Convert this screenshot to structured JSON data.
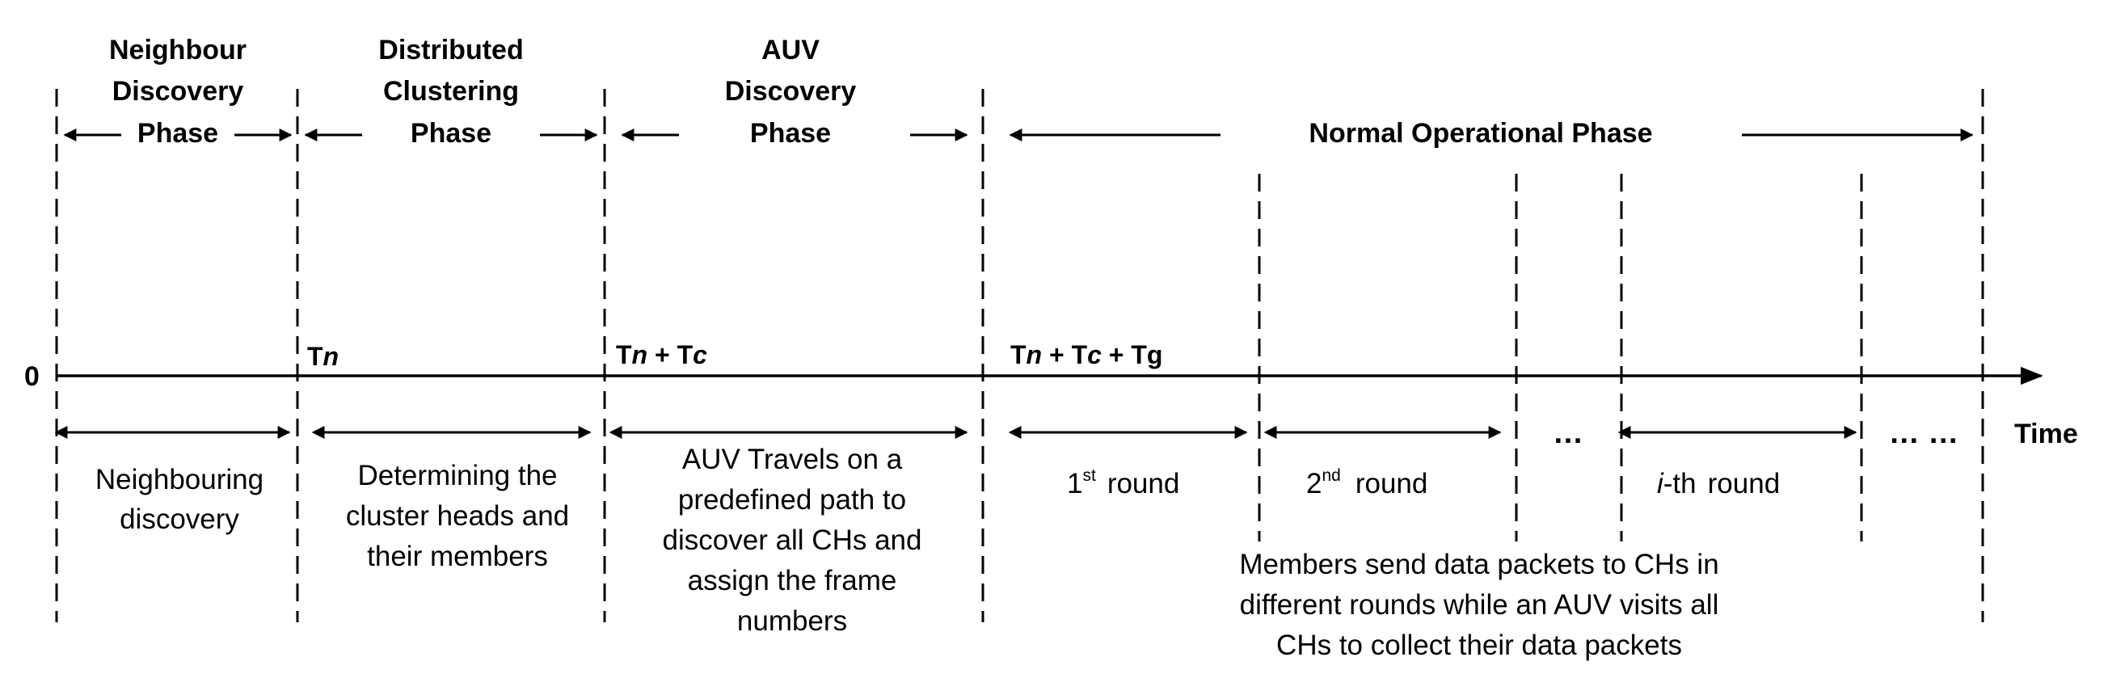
{
  "phases": {
    "neighbour": {
      "title": [
        "Neighbour",
        "Discovery",
        "Phase"
      ],
      "desc": [
        "Neighbouring",
        "discovery"
      ]
    },
    "clustering": {
      "title": [
        "Distributed",
        "Clustering",
        "Phase"
      ],
      "desc": [
        "Determining the",
        "cluster heads and",
        "their members"
      ]
    },
    "auv": {
      "title": [
        "AUV",
        "Discovery",
        "Phase"
      ],
      "desc": [
        "AUV Travels on a",
        "predefined path to",
        "discover all CHs and",
        "assign the frame",
        "numbers"
      ]
    },
    "normal": {
      "title": "Normal Operational Phase",
      "desc": [
        "Members send data packets to CHs in",
        "different rounds while an AUV visits all",
        "CHs to collect their data packets"
      ]
    }
  },
  "axis": {
    "origin": "0",
    "time_label": "Time",
    "marks": {
      "tn": {
        "T": "T",
        "n": "n"
      },
      "tn_tc": {
        "T1": "T",
        "n": "n",
        "plus": " + ",
        "T2": "T",
        "c": "c"
      },
      "tn_tc_tg": {
        "T1": "T",
        "n": "n",
        "plus1": " + ",
        "T2": "T",
        "c": "c",
        "plus2": " + ",
        "T3": "T",
        "g": "g"
      }
    }
  },
  "rounds": {
    "r1": {
      "num": "1",
      "sup": "st",
      "word": "round"
    },
    "r2": {
      "num": "2",
      "sup": "nd",
      "word": "round"
    },
    "ri": {
      "num": "i",
      "mid": "-th",
      "word": "round"
    },
    "dots1": "…",
    "dots2": "… …"
  }
}
